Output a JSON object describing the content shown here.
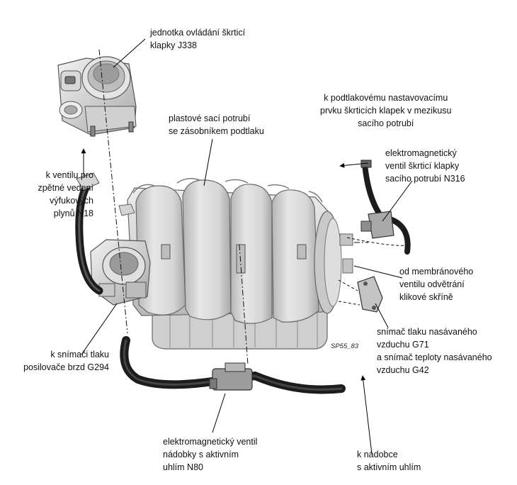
{
  "figure_code": "SP55_83",
  "labels": {
    "throttle_unit": [
      "jednotka ovládání škrticí",
      "klapky J338"
    ],
    "manifold": [
      "plastové sací potrubí",
      "se zásobníkem podtlaku"
    ],
    "vacuum_adjuster": [
      "k podtlakovému nastavovacímu",
      "prvku škrticích klapek v mezikusu",
      "sacího potrubí"
    ],
    "flap_valve": [
      "elektromagnetický",
      "ventil škrticí klapky",
      "sacího potrubí N316"
    ],
    "egr_valve": [
      "k ventilu pro",
      "zpětné vedení",
      "výfukových",
      "plynů N18"
    ],
    "crankcase_vent": [
      "od membránového",
      "ventilu odvětrání",
      "klikové skříně"
    ],
    "pressure_sensor": [
      "snímač tlaku nasávaného",
      "vzduchu G71",
      "a snímač teploty nasávaného",
      "vzduchu G42"
    ],
    "brake_sensor": [
      "k snímači tlaku",
      "posilovače brzd G294"
    ],
    "canister_valve": [
      "elektromagnetický ventil",
      "nádobky s aktivním",
      "uhlím N80"
    ],
    "canister": [
      "k nádobce",
      "s aktivním uhlím"
    ]
  },
  "colors": {
    "body_fill": "#d4d4d4",
    "body_light": "#ececec",
    "body_shadow": "#9a9a9a",
    "hose": "#1c1c1c",
    "leader": "#000000"
  }
}
